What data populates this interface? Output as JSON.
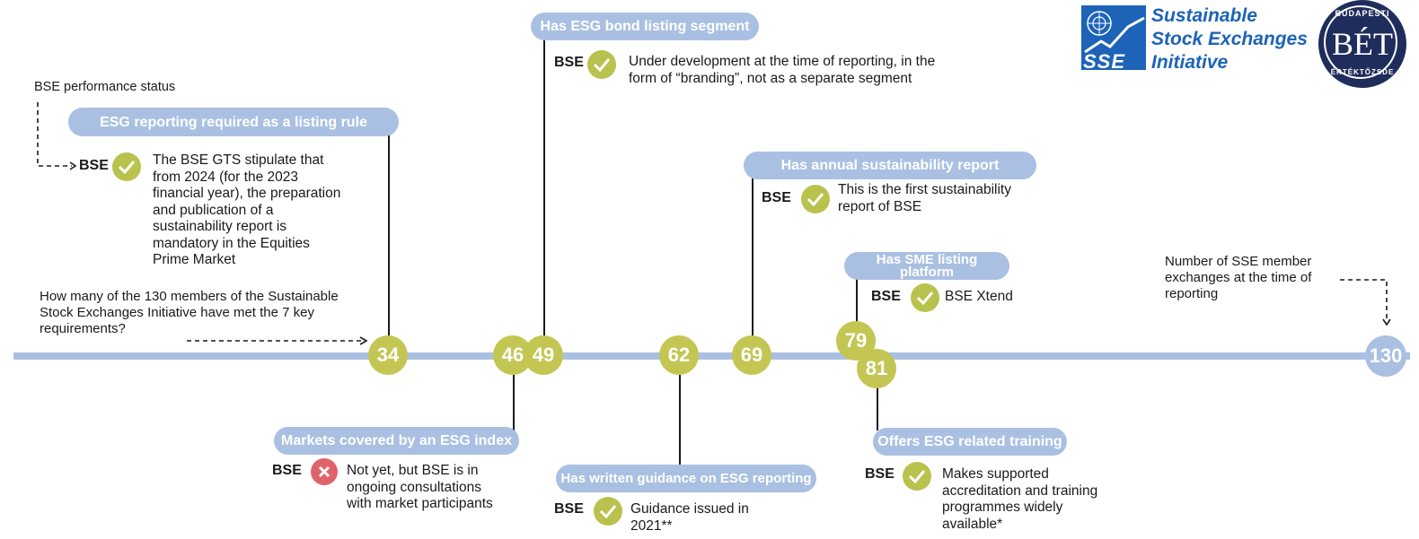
{
  "header": {
    "performance_status_label": "BSE performance status",
    "question": "How many of the 130 members of the Sustainable Stock Exchanges Initiative have met the 7 key requirements?",
    "members_note": "Number of SSE member exchanges at the time of reporting"
  },
  "logos": {
    "sse_line1": "Sustainable",
    "sse_line2": "Stock Exchanges",
    "sse_line3": "Initiative",
    "sse_badge": "SSE",
    "bet_ring_top": "BUDAPESTI",
    "bet_ring_bottom": "ÉRTÉKTŐZSDE",
    "bet_center": "BÉT"
  },
  "timeline": {
    "markers": [
      "34",
      "46",
      "49",
      "62",
      "69",
      "79",
      "81",
      "130"
    ]
  },
  "criteria": {
    "esg_reporting": {
      "title": "ESG reporting required as a listing rule",
      "exchange": "BSE",
      "status": "met",
      "text": "The BSE GTS stipulate that from 2024 (for the 2023 financial year), the preparation and publication of a sustainability report is mandatory in the Equities Prime Market"
    },
    "esg_index": {
      "title": "Markets covered by an ESG index",
      "exchange": "BSE",
      "status": "not met",
      "text": "Not yet, but BSE is in ongoing consultations with market participants"
    },
    "esg_bond": {
      "title": "Has ESG bond listing segment",
      "exchange": "BSE",
      "status": "met",
      "text": "Under development at the time of reporting, in the form of “branding”, not as a separate segment"
    },
    "guidance": {
      "title": "Has written guidance on ESG reporting",
      "exchange": "BSE",
      "status": "met",
      "text": "Guidance issued in 2021**"
    },
    "sustainability_report": {
      "title": "Has annual sustainability report",
      "exchange": "BSE",
      "status": "met",
      "text": "This is the first sustainability report of BSE"
    },
    "sme_platform": {
      "title": "Has SME listing platform",
      "exchange": "BSE",
      "status": "met",
      "text": "BSE Xtend"
    },
    "training": {
      "title": "Offers ESG related training",
      "exchange": "BSE",
      "status": "met",
      "text": "Makes supported accreditation and training programmes widely available*"
    }
  },
  "colors": {
    "timeline": "#a9c0e2",
    "marker": "#c3c653",
    "check": "#b8c24d",
    "cross": "#e0626a",
    "sse_blue": "#1d63b8",
    "bet_navy": "#1f2d5c"
  }
}
